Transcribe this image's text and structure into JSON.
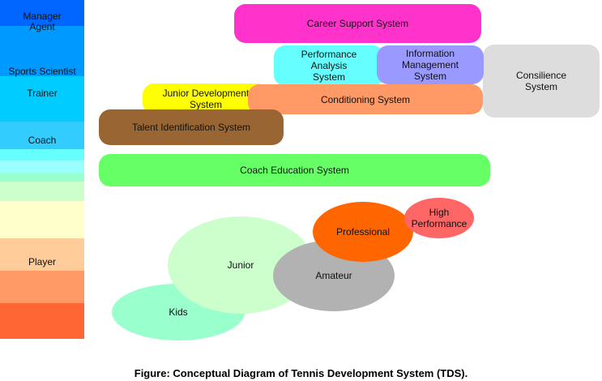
{
  "ladder": {
    "labels": {
      "manager_agent": "Manager\nAgent",
      "sports_scientist": "Sports Scientist",
      "trainer": "Trainer",
      "coach": "Coach",
      "player": "Player"
    }
  },
  "systems": {
    "career_support": "Career Support System",
    "performance_analysis": "Performance\nAnalysis\nSystem",
    "information_management": "Information\nManagement\nSystem",
    "consilience": "Consilience\nSystem",
    "junior_development": "Junior Development\nSystem",
    "conditioning": "Conditioning System",
    "talent_identification": "Talent Identification System",
    "coach_education": "Coach Education System"
  },
  "stages": {
    "kids": "Kids",
    "junior": "Junior",
    "amateur": "Amateur",
    "professional": "Professional",
    "high_performance": "High\nPerformance"
  },
  "caption": "Figure: Conceptual Diagram of Tennis Development System (TDS).",
  "colors": {
    "career_support": "#ff33cc",
    "performance_analysis": "#66ffff",
    "information_management": "#9999ff",
    "consilience": "#dddddd",
    "junior_development": "#ffff00",
    "conditioning": "#ff9966",
    "talent_identification": "#996633",
    "coach_education": "#66ff66",
    "kids": "#99ffcc",
    "junior": "#ccffcc",
    "amateur": "#b2b2b2",
    "professional": "#ff6600",
    "high_performance": "#ff6666"
  }
}
